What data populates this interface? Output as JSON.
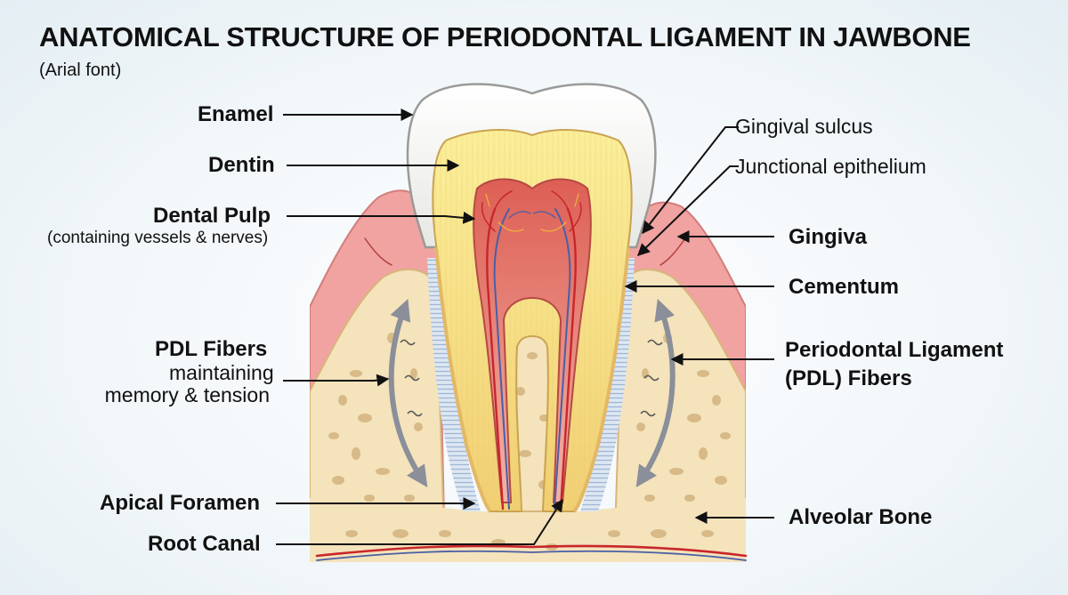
{
  "title": "ANATOMICAL STRUCTURE OF PERIODONTAL LIGAMENT IN JAWBONE",
  "subtitle": "(Arial font)",
  "labels": {
    "enamel": "Enamel",
    "dentin": "Dentin",
    "dental_pulp": "Dental Pulp",
    "dental_pulp_note": "(containing vessels & nerves)",
    "pdl_fibers": "PDL Fibers",
    "pdl_fibers_note_1": "maintaining",
    "pdl_fibers_note_2": "memory & tension",
    "apical_foramen": "Apical Foramen",
    "root_canal": "Root Canal",
    "gingival_sulcus": "Gingival sulcus",
    "junctional_epithelium": "Junctional epithelium",
    "gingiva": "Gingiva",
    "cementum": "Cementum",
    "pdl_right_1": "Periodontal Ligament",
    "pdl_right_2": "(PDL) Fibers",
    "alveolar_bone": "Alveolar Bone"
  },
  "colors": {
    "enamel": "#f7f7f5",
    "dentin": "#f6e08a",
    "pulp": "#d9675f",
    "gingiva": "#ef9a98",
    "bone": "#f4e3bb",
    "trabecula": "#cfb07a",
    "pdl": "#a9c0dc",
    "artery": "#c8262b",
    "vein": "#4a5fa6"
  }
}
